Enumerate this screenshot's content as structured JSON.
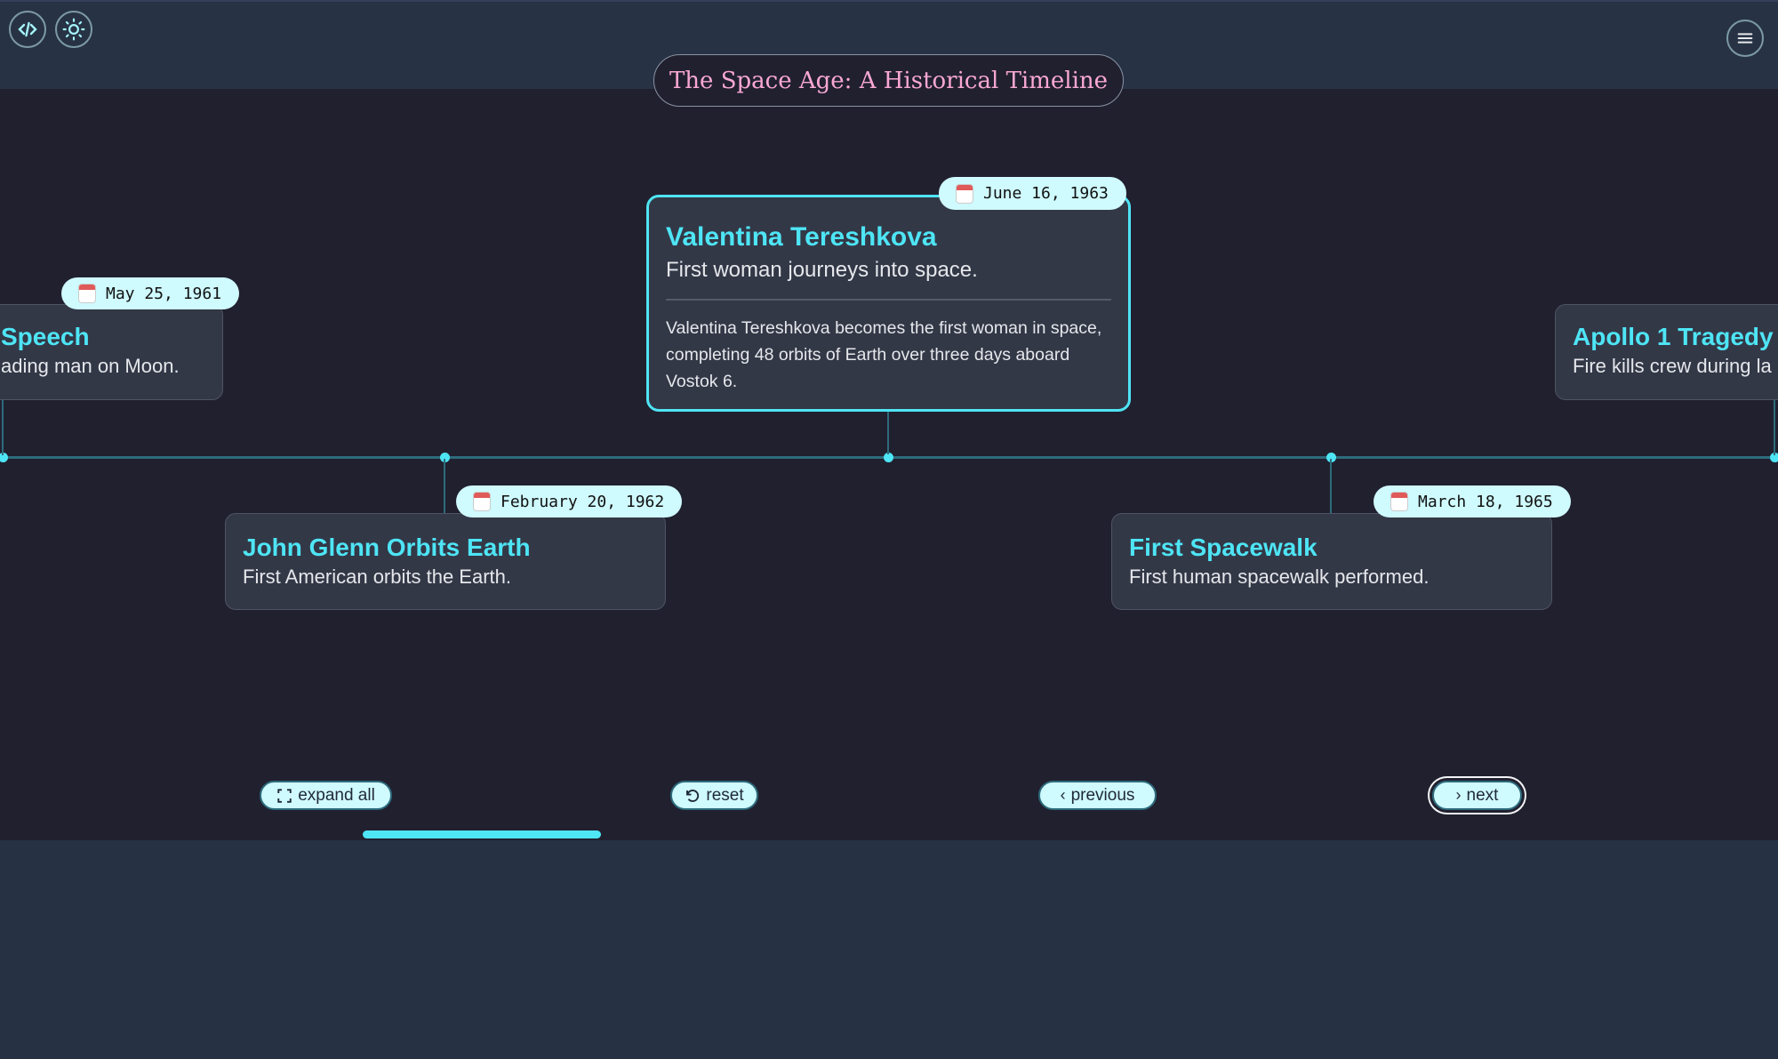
{
  "header": {
    "title": "The Space Age: A Historical Timeline",
    "icons": [
      "code-icon",
      "sun-icon",
      "menu-icon"
    ]
  },
  "events": [
    {
      "date": "May 25, 1961",
      "title": "Speech",
      "subtitle": "ading man on Moon."
    },
    {
      "date": "February 20, 1962",
      "title": "John Glenn Orbits Earth",
      "subtitle": "First American orbits the Earth."
    },
    {
      "date": "June 16, 1963",
      "title": "Valentina Tereshkova",
      "subtitle": "First woman journeys into space.",
      "description": "Valentina Tereshkova becomes the first woman in space, completing 48 orbits of Earth over three days aboard Vostok 6."
    },
    {
      "date": "March 18, 1965",
      "title": "First Spacewalk",
      "subtitle": "First human spacewalk performed."
    },
    {
      "date": "",
      "title": "Apollo 1 Tragedy",
      "subtitle": "Fire kills crew during la"
    }
  ],
  "controls": {
    "expand": "expand all",
    "reset": "reset",
    "previous": "previous",
    "next": "next"
  },
  "progress": 0.2,
  "colors": {
    "accent": "#4ee5f5",
    "title": "#f9a8d4",
    "background": "#21202f"
  }
}
